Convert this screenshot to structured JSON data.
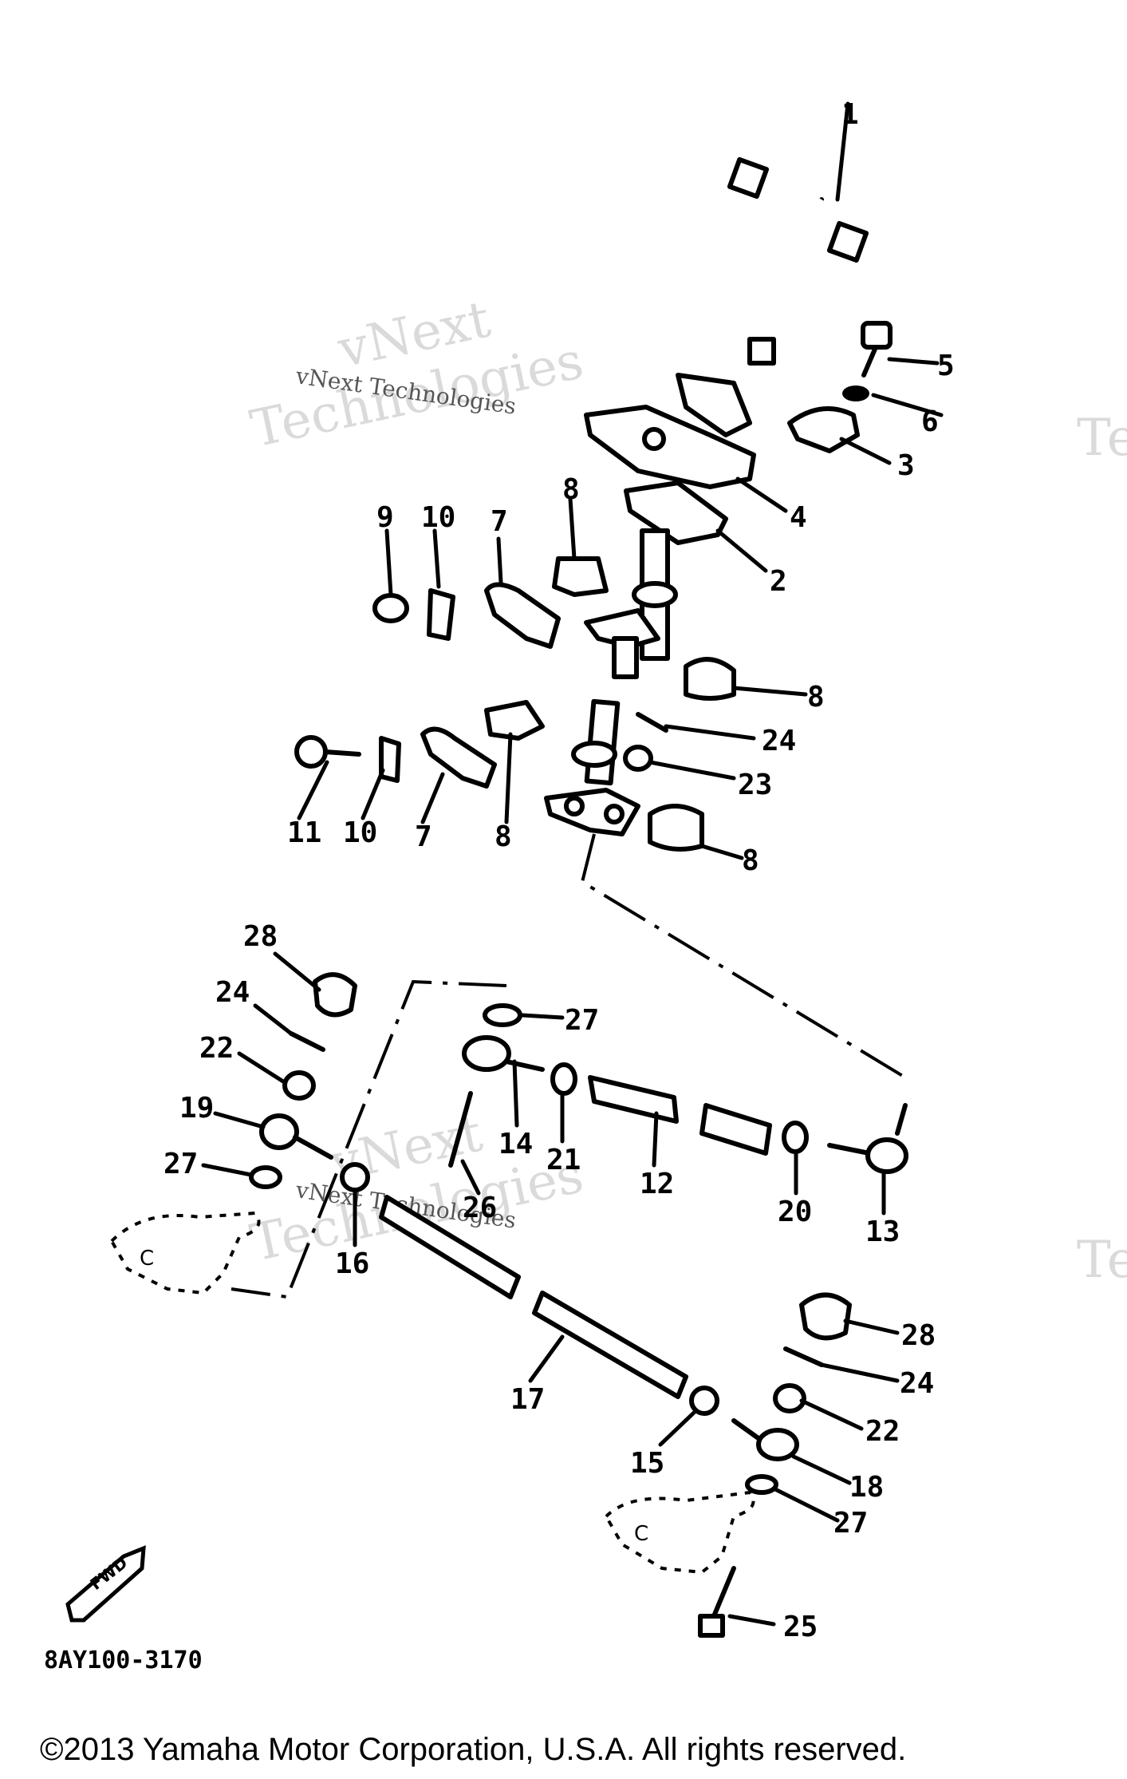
{
  "diagram_code": "8AY100-3170",
  "copyright": "©2013 Yamaha Motor Corporation, U.S.A. All rights reserved.",
  "watermark": {
    "line1": "vNext",
    "line2": "Technologies",
    "small": "vNext Technologies"
  },
  "fwd_label": "FWD",
  "callouts": [
    "1",
    "5",
    "6",
    "3",
    "4",
    "2",
    "8",
    "9",
    "10",
    "7",
    "8",
    "24",
    "23",
    "11",
    "10",
    "7",
    "8",
    "8",
    "28",
    "27",
    "24",
    "22",
    "14",
    "21",
    "12",
    "19",
    "27",
    "26",
    "16",
    "20",
    "13",
    "28",
    "24",
    "17",
    "22",
    "15",
    "18",
    "27",
    "25"
  ]
}
